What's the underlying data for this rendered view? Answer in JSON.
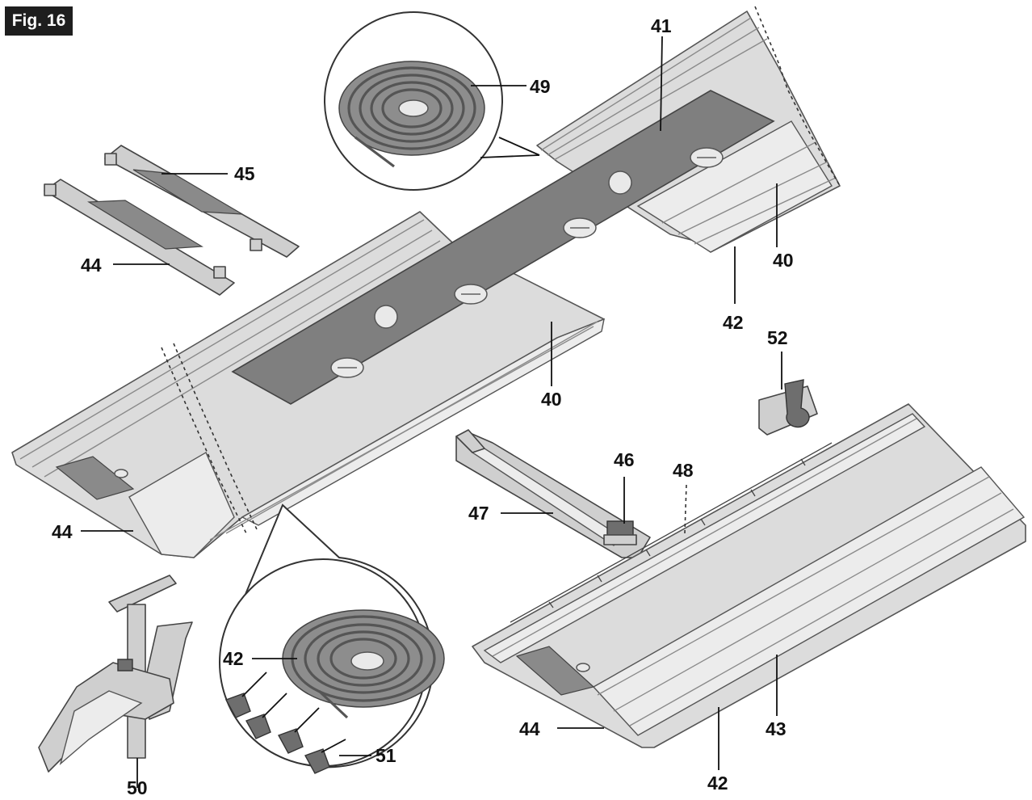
{
  "figure": {
    "label": "Fig. 16"
  },
  "callouts": [
    {
      "id": "c41",
      "text": "41"
    },
    {
      "id": "c49",
      "text": "49"
    },
    {
      "id": "c45",
      "text": "45"
    },
    {
      "id": "c44a",
      "text": "44"
    },
    {
      "id": "c40a",
      "text": "40"
    },
    {
      "id": "c42a",
      "text": "42"
    },
    {
      "id": "c52",
      "text": "52"
    },
    {
      "id": "c40b",
      "text": "40"
    },
    {
      "id": "c46",
      "text": "46"
    },
    {
      "id": "c48",
      "text": "48"
    },
    {
      "id": "c47",
      "text": "47"
    },
    {
      "id": "c44b",
      "text": "44"
    },
    {
      "id": "c42b",
      "text": "42"
    },
    {
      "id": "c51",
      "text": "51"
    },
    {
      "id": "c50",
      "text": "50"
    },
    {
      "id": "c44c",
      "text": "44"
    },
    {
      "id": "c43",
      "text": "43"
    },
    {
      "id": "c42c",
      "text": "42"
    }
  ]
}
